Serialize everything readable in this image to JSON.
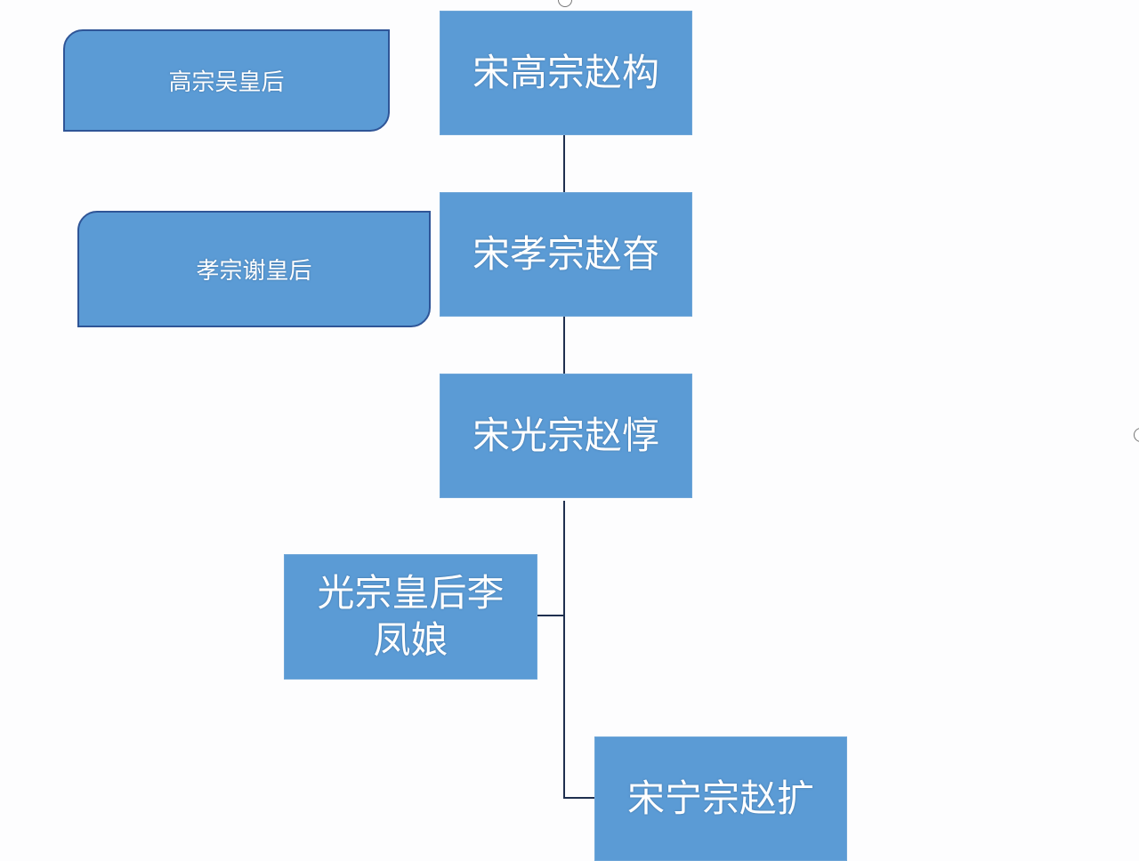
{
  "nodes": {
    "gaozong": "宋高宗赵构",
    "xiaozong": "宋孝宗赵昚",
    "guangzong": "宋光宗赵惇",
    "guangzong_empress": "光宗皇后李凤娘",
    "ningzong": "宋宁宗赵扩"
  },
  "spouses": {
    "gaozong_empress": "高宗吴皇后",
    "xiaozong_empress": "孝宗谢皇后"
  },
  "colors": {
    "fill": "#5b9bd5",
    "border": "#2f5597",
    "line": "#1f2f4f"
  }
}
